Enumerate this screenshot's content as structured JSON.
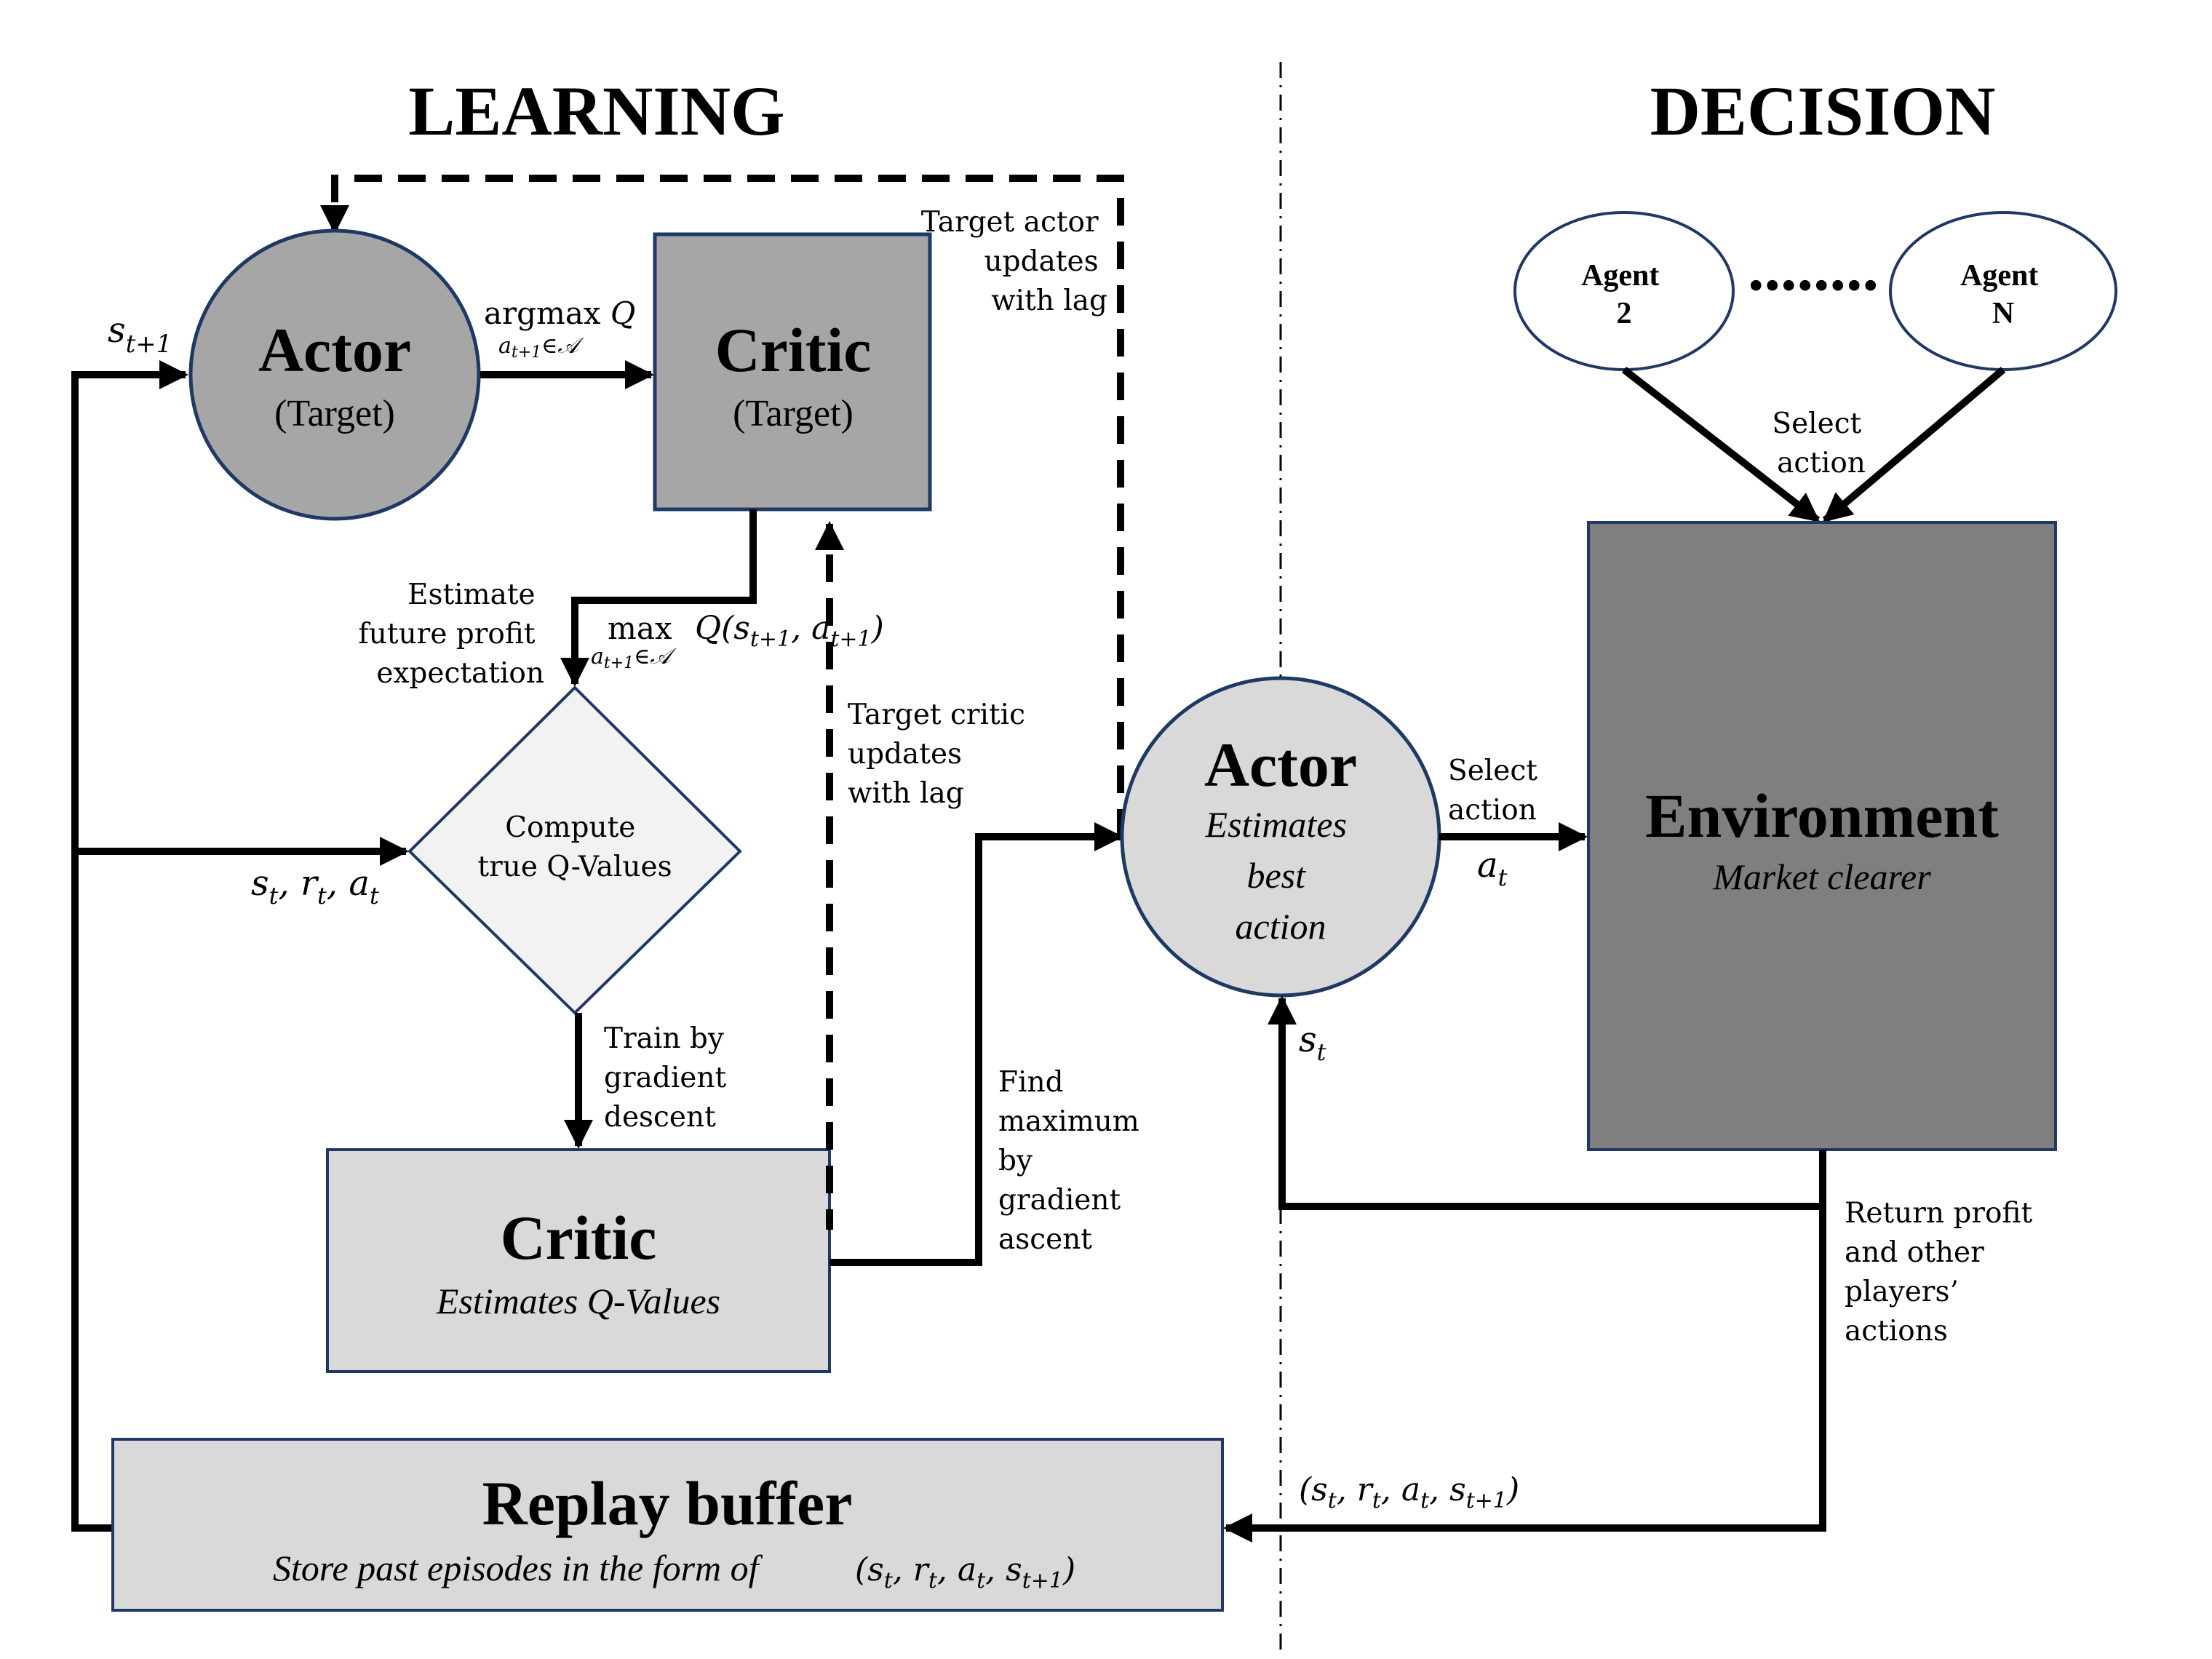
{
  "sections": {
    "learning": "LEARNING",
    "decision": "DECISION"
  },
  "actor_target": {
    "title": "Actor",
    "subtitle": "(Target)"
  },
  "critic_target": {
    "title": "Critic",
    "subtitle": "(Target)"
  },
  "argmax_label": {
    "main": "argmax Q",
    "sub": "a_{t+1}∈𝒜"
  },
  "target_actor_note": [
    "Target actor",
    "updates",
    "with lag"
  ],
  "estimate_note": [
    "Estimate",
    "future profit",
    "expectation"
  ],
  "max_label": {
    "main": "max",
    "sub": "a_{t+1}∈𝒜",
    "expr": "Q(s_{t+1}, a_{t+1})"
  },
  "compute_node": [
    "Compute",
    "true Q-Values"
  ],
  "s_next_label": "s_{t+1}",
  "srta_label": "s_t, r_t, a_t",
  "target_critic_note": [
    "Target critic",
    "updates",
    "with lag"
  ],
  "train_note": [
    "Train by",
    "gradient",
    "descent"
  ],
  "critic_main": {
    "title": "Critic",
    "subtitle": "Estimates Q-Values"
  },
  "find_max_note": [
    "Find",
    "maximum",
    "by",
    "gradient",
    "ascent"
  ],
  "actor_main": {
    "title": "Actor",
    "subtitle": [
      "Estimates",
      "best",
      "action"
    ]
  },
  "select_action_note": [
    "Select",
    "action"
  ],
  "a_t_label": "a_t",
  "s_t_label": "s_t",
  "agents": [
    {
      "line1": "Agent",
      "line2": "2"
    },
    {
      "line1": "Agent",
      "line2": "N"
    }
  ],
  "agents_ellipsis": "........",
  "agents_select_note": [
    "Select",
    "action"
  ],
  "environment": {
    "title": "Environment",
    "subtitle": "Market clearer"
  },
  "return_note": [
    "Return profit",
    "and other",
    "players’",
    "actions"
  ],
  "tuple_label": "(s_t, r_t, a_t, s_{t+1})",
  "replay_buffer": {
    "title": "Replay buffer",
    "subtitle": "Store past episodes in the form of",
    "tuple": "(s_t, r_t, a_t, s_{t+1})"
  },
  "colors": {
    "dark_gray": "#a6a6a6",
    "light_gray": "#d9d9d9",
    "very_light_gray": "#f2f2f2",
    "environment_gray": "#7f7f7f",
    "border_navy": "#1f3864"
  }
}
